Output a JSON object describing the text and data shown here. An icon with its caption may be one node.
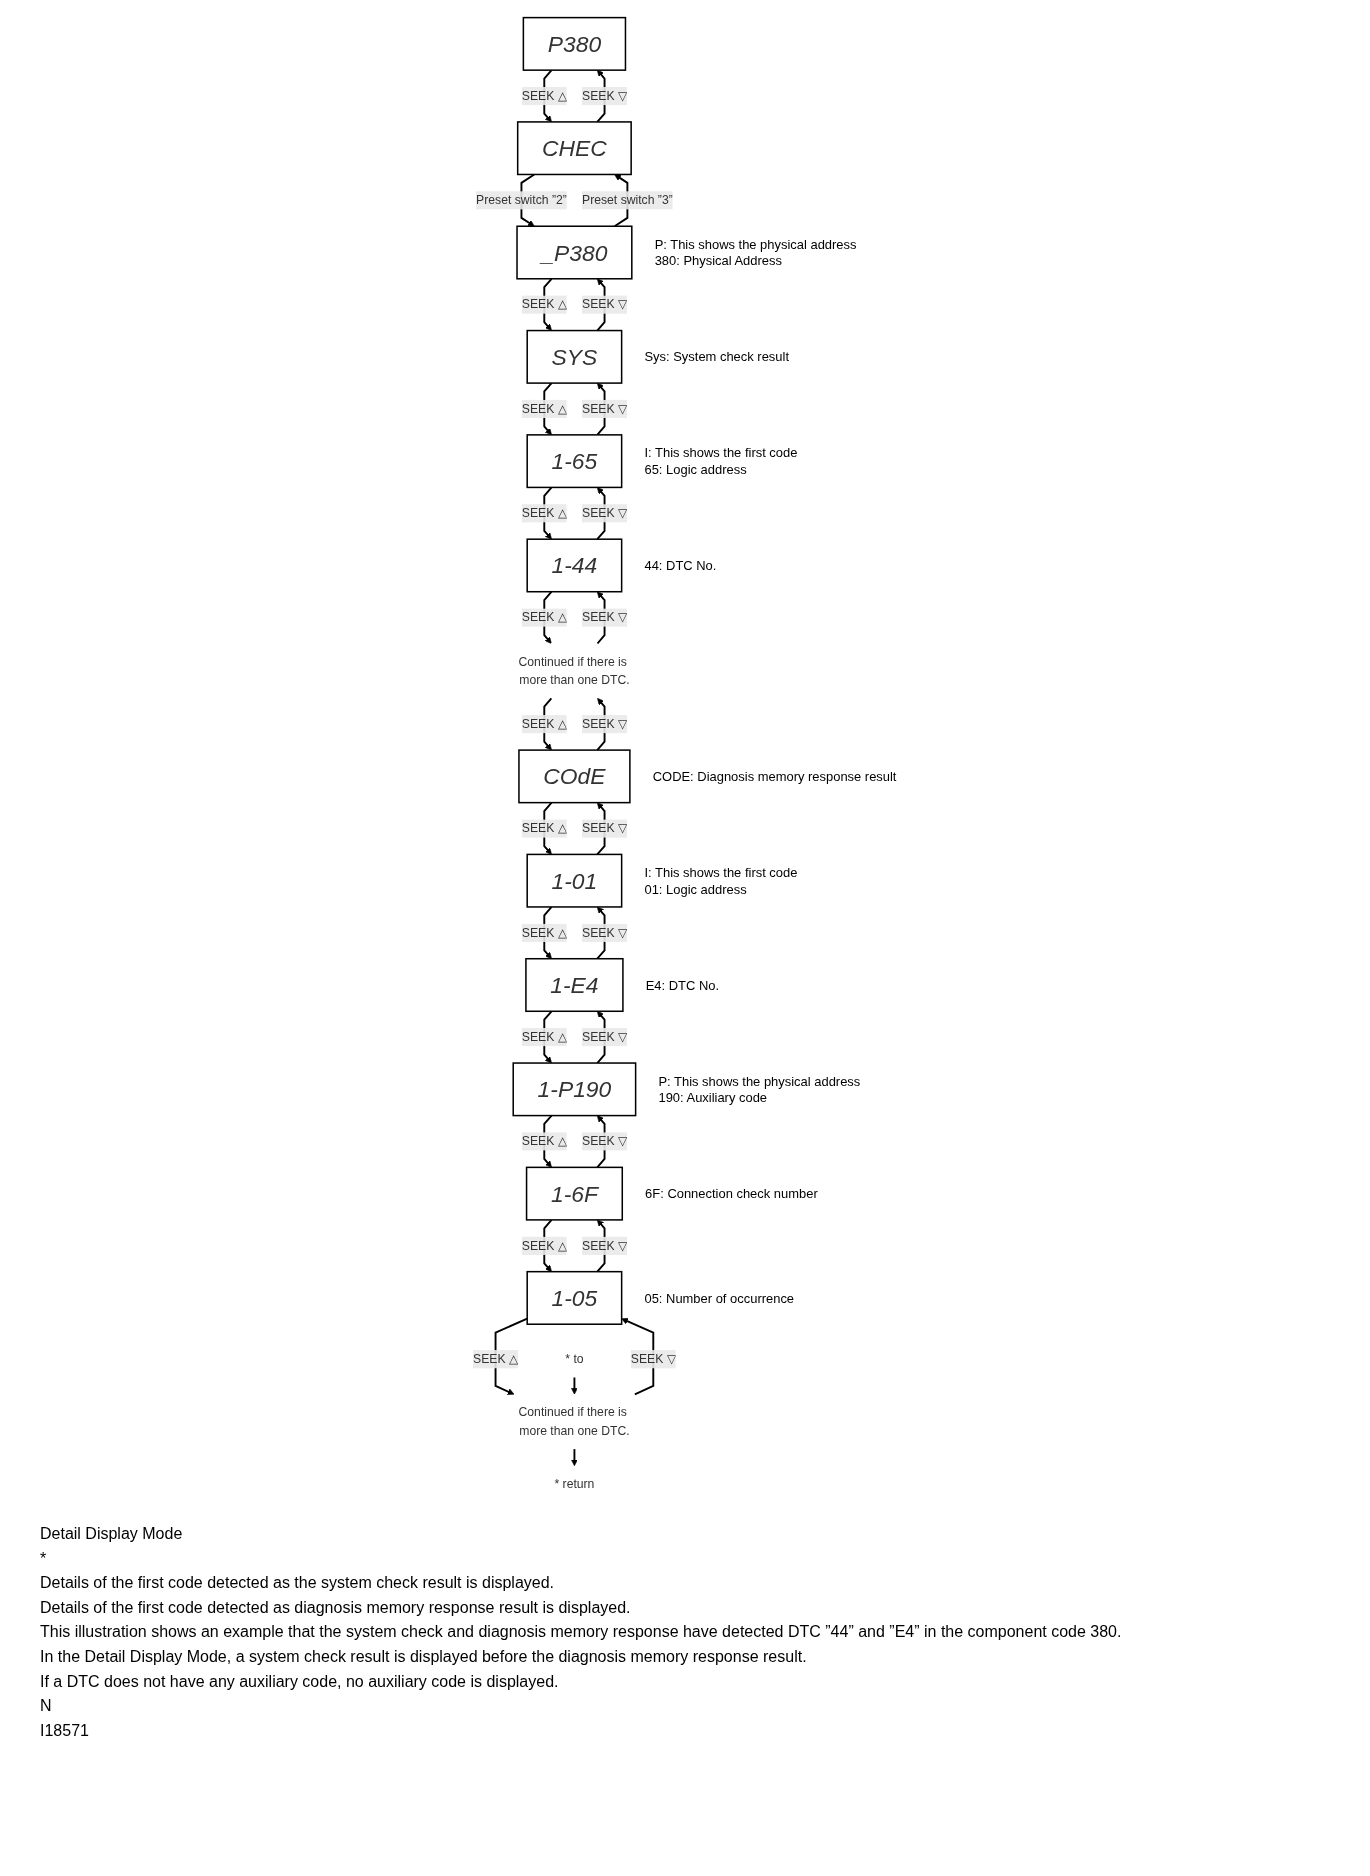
{
  "diagram": {
    "nodes": [
      {
        "text": [
          "P380"
        ]
      },
      {
        "text": [
          "CHEC"
        ]
      },
      {
        "text": [
          "_P380"
        ],
        "beside": [
          "P: This shows the physical address",
          "380: Physical Address"
        ]
      },
      {
        "text": [
          "SYS"
        ],
        "beside": [
          "Sys: System check result"
        ]
      },
      {
        "text": [
          "1-65"
        ],
        "beside": [
          "I: This shows the first code",
          "65: Logic address"
        ]
      },
      {
        "text": [
          "1-44"
        ],
        "beside": [
          "44: DTC No."
        ]
      },
      {
        "text": [
          "Continued if there is more than one DTC."
        ]
      },
      {
        "text": [
          "COdE"
        ],
        "beside": [
          "CODE: Diagnosis memory response result"
        ]
      },
      {
        "text": [
          "1-01"
        ],
        "beside": [
          "I: This shows the first code",
          "01: Logic address"
        ]
      },
      {
        "text": [
          "1-E4"
        ],
        "beside": [
          "E4: DTC No."
        ]
      },
      {
        "text": [
          "1-P190"
        ],
        "beside": [
          "P: This shows the physical address",
          "190: Auxiliary code"
        ]
      },
      {
        "text": [
          "1-6F"
        ],
        "beside": [
          "6F: Connection check number"
        ]
      },
      {
        "text": [
          "1-05"
        ],
        "beside": [
          "05: Number of occurrence"
        ]
      },
      {
        "text": [
          "Continued if there is more than one DTC."
        ]
      },
      {
        "text": [
          "* to"
        ]
      },
      {
        "text": [
          "* return"
        ]
      }
    ],
    "edges": [
      {
        "from": 1,
        "to": 0,
        "arrow": "to",
        "label": "SEEK ▽"
      },
      {
        "from": 0,
        "to": 1,
        "arrow": "to",
        "label": "SEEK △"
      },
      {
        "from": 2,
        "to": 1,
        "arrow": "to",
        "label": "Preset switch ”3”"
      },
      {
        "from": 1,
        "to": 2,
        "arrow": "to",
        "label": "Preset switch ”2”"
      },
      {
        "from": 3,
        "to": 2,
        "arrow": "to",
        "label": "SEEK ▽"
      },
      {
        "from": 2,
        "to": 3,
        "arrow": "to",
        "label": "SEEK △"
      },
      {
        "from": 4,
        "to": 3,
        "arrow": "to",
        "label": "SEEK ▽"
      },
      {
        "from": 3,
        "to": 4,
        "arrow": "to",
        "label": "SEEK △"
      },
      {
        "from": 5,
        "to": 4,
        "arrow": "to",
        "label": "SEEK ▽"
      },
      {
        "from": 4,
        "to": 5,
        "arrow": "to",
        "label": "SEEK △"
      },
      {
        "from": 6,
        "to": 5,
        "arrow": "to",
        "label": "SEEK ▽"
      },
      {
        "from": 5,
        "to": 6,
        "arrow": "to",
        "label": "SEEK △"
      },
      {
        "from": 7,
        "to": 6,
        "arrow": "to",
        "label": "SEEK ▽"
      },
      {
        "from": 6,
        "to": 7,
        "arrow": "to",
        "label": "SEEK △"
      },
      {
        "from": 8,
        "to": 7,
        "arrow": "to",
        "label": "SEEK ▽"
      },
      {
        "from": 7,
        "to": 8,
        "arrow": "to",
        "label": "SEEK △"
      },
      {
        "from": 9,
        "to": 8,
        "arrow": "to",
        "label": "SEEK ▽"
      },
      {
        "from": 8,
        "to": 9,
        "arrow": "to",
        "label": "SEEK △"
      },
      {
        "from": 10,
        "to": 9,
        "arrow": "to",
        "label": "SEEK ▽"
      },
      {
        "from": 9,
        "to": 10,
        "arrow": "to",
        "label": "SEEK △"
      },
      {
        "from": 11,
        "to": 10,
        "arrow": "to",
        "label": "SEEK ▽"
      },
      {
        "from": 10,
        "to": 11,
        "arrow": "to",
        "label": "SEEK △"
      },
      {
        "from": 12,
        "to": 11,
        "arrow": "to",
        "label": "SEEK ▽"
      },
      {
        "from": 11,
        "to": 12,
        "arrow": "to",
        "label": "SEEK △"
      },
      {
        "from": 13,
        "to": 12,
        "arrow": "to",
        "label": "SEEK ▽"
      },
      {
        "from": 12,
        "to": 13,
        "arrow": "to",
        "label": "SEEK △"
      },
      {
        "from": 14,
        "to": 13,
        "arrow": "to"
      },
      {
        "from": 13,
        "to": 15,
        "arrow": "to"
      }
    ],
    "labels": [
      "Detail Display Mode",
      "*",
      "Details of the first code detected as the system check result is displayed.",
      "Details of the first code detected as diagnosis memory response result is displayed.",
      "This illustration shows an example that the system check and diagnosis memory response have detected DTC ”44” and ”E4” in the component code 380.",
      "In the Detail Display Mode, a system check result is displayed before the diagnosis memory response result.",
      "If a DTC does not have any auxiliary code, no auxiliary code is displayed.",
      "N",
      "I18571"
    ]
  }
}
